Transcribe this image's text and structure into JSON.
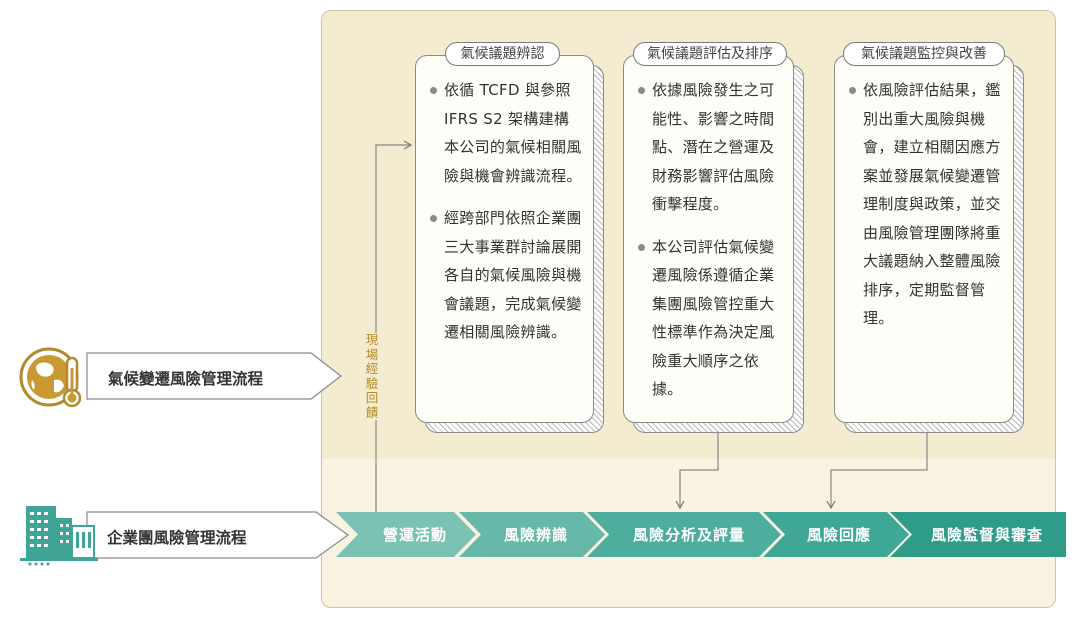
{
  "cards": [
    {
      "title": "氣候議題辨認",
      "bullets": [
        "依循 TCFD 與參照 IFRS S2 架構建構本公司的氣候相關風險與機會辨識流程。",
        "經跨部門依照企業團三大事業群討論展開各自的氣候風險與機會議題，完成氣候變遷相關風險辨識。"
      ]
    },
    {
      "title": "氣候議題評估及排序",
      "bullets": [
        "依據風險發生之可能性、影響之時間點、潛在之營運及財務影響評估風險衝擊程度。",
        "本公司評估氣候變遷風險係遵循企業集團風險管控重大性標準作為決定風險重大順序之依據。"
      ]
    },
    {
      "title": "氣候議題監控與改善",
      "bullets": [
        "依風險評估結果，鑑別出重大風險與機會，建立相關因應方案並發展氣候變遷管理制度與政策，並交由風險管理團隊將重大議題納入整體風險排序，定期監督管理。"
      ]
    }
  ],
  "climate_label": "氣候變遷風險管理流程",
  "enterprise_label": "企業團風險管理流程",
  "feedback_label": "現場經驗回饋",
  "stages": [
    "營運活動",
    "風險辨識",
    "風險分析及評量",
    "風險回應",
    "風險監督與審查"
  ]
}
